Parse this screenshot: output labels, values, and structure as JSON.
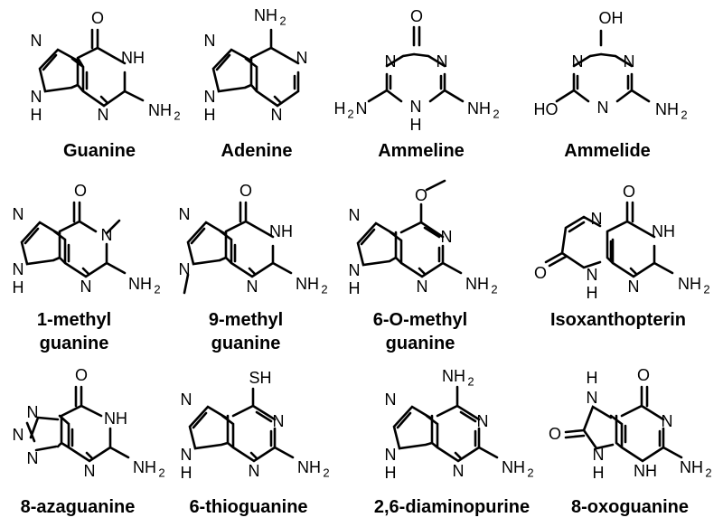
{
  "molecules": [
    {
      "label": [
        "Guanine"
      ]
    },
    {
      "label": [
        "Adenine"
      ]
    },
    {
      "label": [
        "Ammeline"
      ]
    },
    {
      "label": [
        "Ammelide"
      ]
    },
    {
      "label": [
        "1-methyl",
        "guanine"
      ]
    },
    {
      "label": [
        "9-methyl",
        "guanine"
      ]
    },
    {
      "label": [
        "6-O-methyl",
        "guanine"
      ]
    },
    {
      "label": [
        "Isoxanthopterin"
      ]
    },
    {
      "label": [
        "8-azaguanine"
      ]
    },
    {
      "label": [
        "6-thioguanine"
      ]
    },
    {
      "label": [
        "2,6-diaminopurine"
      ]
    },
    {
      "label": [
        "8-oxoguanine"
      ]
    }
  ],
  "atoms": {
    "O": "O",
    "N": "N",
    "H": "H",
    "NH": "NH",
    "HN": "HN",
    "NH2": "NH",
    "H2N": "H",
    "HO": "HO",
    "OH": "OH",
    "SH": "SH",
    "two": "2"
  }
}
